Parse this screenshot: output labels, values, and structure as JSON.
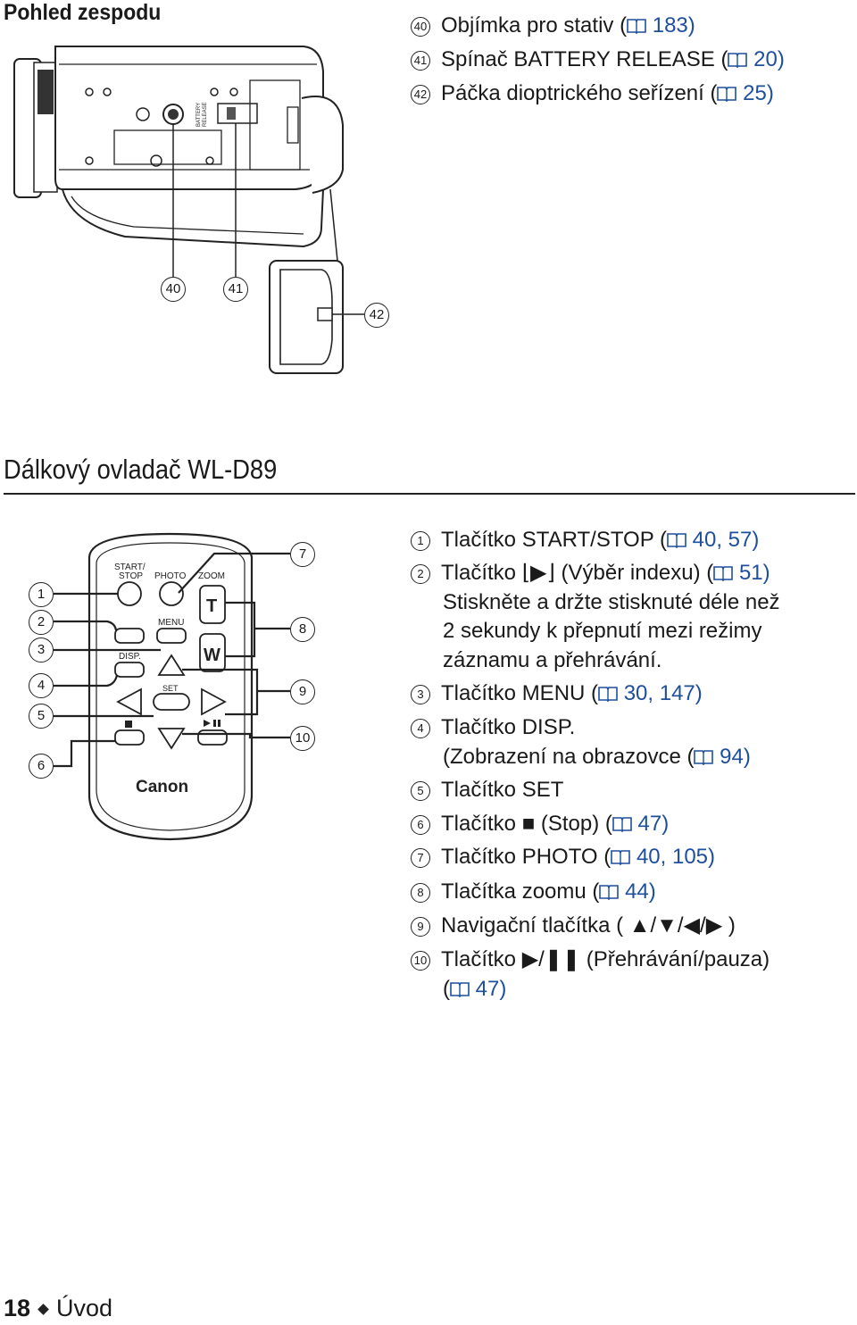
{
  "header": {
    "title": "Pohled zespodu"
  },
  "top_list": [
    {
      "num": "40",
      "text": "Objímka pro stativ (",
      "ref": "183)"
    },
    {
      "num": "41",
      "text": "Spínač BATTERY RELEASE (",
      "ref": "20)"
    },
    {
      "num": "42",
      "text": "Páčka dioptrického seřízení (",
      "ref": "25)"
    }
  ],
  "camera_callouts": [
    "40",
    "41",
    "42"
  ],
  "camera_labels": {
    "battery": "BATTERY",
    "release": "RELEASE"
  },
  "section": {
    "title": "Dálkový ovladač WL-D89"
  },
  "remote": {
    "labels": {
      "start_stop_1": "START/",
      "start_stop_2": "STOP",
      "photo": "PHOTO",
      "zoom": "ZOOM",
      "menu": "MENU",
      "disp": "DISP.",
      "set": "SET",
      "t": "T",
      "w": "W",
      "brand": "Canon"
    },
    "left_callouts": [
      "1",
      "2",
      "3",
      "4",
      "5",
      "6"
    ],
    "right_callouts": [
      "7",
      "8",
      "9",
      "10"
    ]
  },
  "remote_list": [
    {
      "num": "1",
      "lines": [
        {
          "text": "Tlačítko START/STOP (",
          "ref": "40, 57)"
        }
      ]
    },
    {
      "num": "2",
      "lines": [
        {
          "text": "Tlačítko ⌊▶⌋ (Výběr indexu) (",
          "ref": "51)"
        },
        {
          "text": "Stiskněte a držte stisknuté déle než"
        },
        {
          "text": "2 sekundy k přepnutí mezi režimy"
        },
        {
          "text": "záznamu a přehrávání."
        }
      ]
    },
    {
      "num": "3",
      "lines": [
        {
          "text": "Tlačítko MENU (",
          "ref": "30, 147)"
        }
      ]
    },
    {
      "num": "4",
      "lines": [
        {
          "text": "Tlačítko DISP."
        },
        {
          "text": "(Zobrazení na obrazovce (",
          "ref": "94)"
        }
      ]
    },
    {
      "num": "5",
      "lines": [
        {
          "text": "Tlačítko SET"
        }
      ]
    },
    {
      "num": "6",
      "lines": [
        {
          "text": "Tlačítko ■ (Stop) (",
          "ref": "47)"
        }
      ]
    },
    {
      "num": "7",
      "lines": [
        {
          "text": "Tlačítko PHOTO (",
          "ref": "40, 105)"
        }
      ]
    },
    {
      "num": "8",
      "lines": [
        {
          "text": "Tlačítka zoomu (",
          "ref": "44)"
        }
      ]
    },
    {
      "num": "9",
      "lines": [
        {
          "text": "Navigační tlačítka ( ▲/▼/◀/▶ )"
        }
      ]
    },
    {
      "num": "10",
      "lines": [
        {
          "text": "Tlačítko ▶/❚❚ (Přehrávání/pauza)"
        },
        {
          "text": "(",
          "ref": "47)"
        }
      ]
    }
  ],
  "footer": {
    "page": "18",
    "section": "Úvod"
  }
}
